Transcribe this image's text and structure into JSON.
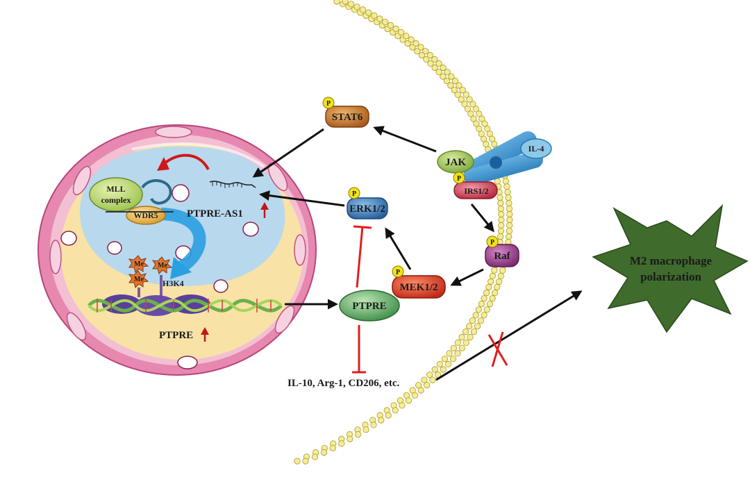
{
  "labels": {
    "stat6": "STAT6",
    "jak": "JAK",
    "il4": "IL-4",
    "irs": "IRS1/2",
    "erk": "ERK1/2",
    "raf": "Raf",
    "mek": "MEK1/2",
    "ptpre": "PTPRE",
    "ptpre_as1": "PTPRE-AS1",
    "mll_line1": "MLL",
    "mll_line2": "complex",
    "wdr5": "WDR5",
    "h3k4": "H3K4",
    "me": "Me",
    "ptpre_gene": "PTPRE",
    "phospho": "P",
    "cytokines": "IL-10, Arg-1, CD206, etc.",
    "m2_line1": "M2 macrophage",
    "m2_line2": "polarization"
  },
  "colors": {
    "membrane": "#f3e98c",
    "stat6": "#c97a32",
    "jak": "#a8cc6a",
    "receptor": "#2b8fd0",
    "irs": "#d94a5c",
    "erk": "#3d7fc0",
    "raf": "#9a3a8c",
    "mek": "#e0402a",
    "ptpre": "#5fb06a",
    "star": "#3f6b2c",
    "inhibit": "#e01e1e",
    "arrow": "#111111",
    "nucleus": "#b8d8ee",
    "cytoplasm": "#f8e2a6",
    "outer_cell": "#e891b5"
  }
}
